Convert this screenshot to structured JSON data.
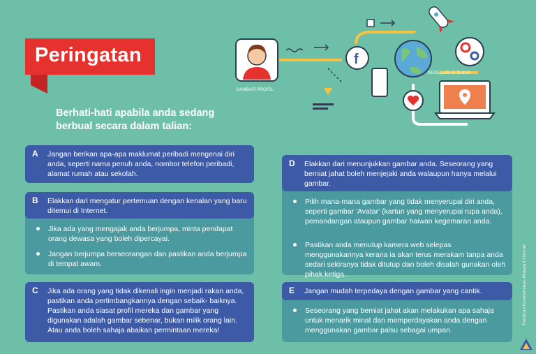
{
  "banner": {
    "title": "Peringatan"
  },
  "intro": "Berhati-hati apabila anda sedang berbual secara dalam talian:",
  "illustration": {
    "profile_label": "GAMBAR PROFIL",
    "world_label": "KESELURUH DUNIA",
    "social_icon": "f"
  },
  "cards": {
    "A": {
      "letter": "A",
      "text": "Jangan berikan apa-apa maklumat peribadi mengenai diri anda, seperti nama penuh anda, nombor telefon peribadi, alamat rumah atau sekolah."
    },
    "B": {
      "letter": "B",
      "text": "Elakkan dari mengatur pertemuan dengan kenalan yang baru ditemui di Internet.",
      "bullets": [
        "Jika ada yang mengajak anda berjumpa, minta pendapat orang dewasa yang boleh dipercayai.",
        "Jangan berjumpa berseorangan dan pastikan anda berjumpa di tempat awam."
      ]
    },
    "C": {
      "letter": "C",
      "text": "Jika ada orang yang tidak dikenali ingin menjadi rakan anda, pastikan anda pertimbangkannya dengan sebaik- baiknya. Pastikan anda siasat profil mereka dan gambar yang digunakan adalah gambar sebenar, bukan milik orang lain. Atau anda boleh sahaja abaikan permintaan mereka!"
    },
    "D": {
      "letter": "D",
      "text": "Elakkan dari menunjukkan gambar anda. Seseorang yang berniat jahat boleh menjejaki anda walaupun hanya melalui gambar.",
      "bullets": [
        "Pilih mana-mana gambar yang tidak menyerupai diri anda, seperti gambar 'Avatar' (kartun yang menyerupai rupa anda), pemandangan ataupun gambar haiwan kegemaran anda.",
        "Pastikan anda menutup kamera web selepas menggunakannya kerana ia akan terus merakam tanpa anda sedari sekiranya tidak ditutup dan boleh disalah gunakan oleh pihak ketiga."
      ]
    },
    "E": {
      "letter": "E",
      "text": "Jangan mudah terpedaya dengan gambar yang cantik.",
      "bullets": [
        "Seseorang yang berniat jahat akan melakukan apa sahaja untuk menarik minat dan memperdayakan anda dengan menggunakan gambar palsu sebagai umpan."
      ]
    }
  },
  "side_note": "Panduan Keselamatan Melayari Internet",
  "colors": {
    "background": "#6dbfa8",
    "banner": "#e5322f",
    "card_header": "#3d5aa6",
    "card_body": "#4a9aa0"
  }
}
